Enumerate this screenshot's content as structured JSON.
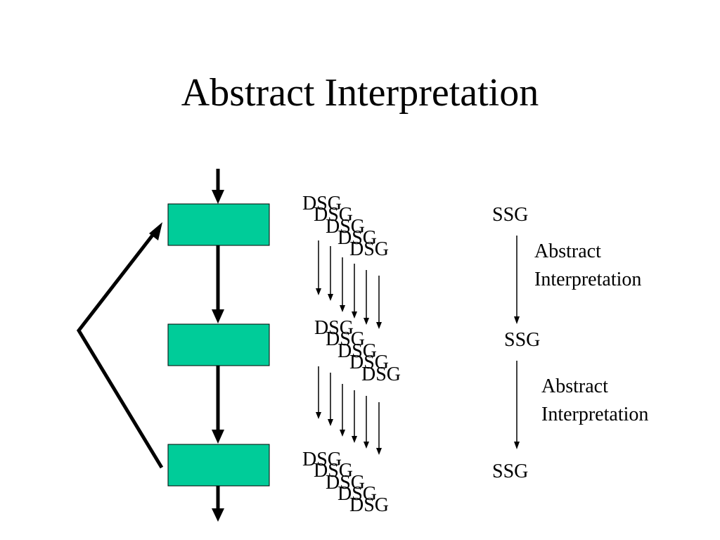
{
  "slide": {
    "title": "Abstract Interpretation"
  },
  "colors": {
    "box_fill": "#00cc99",
    "stroke": "#000000"
  },
  "dsg_groups": [
    [
      "DSG",
      "DSG",
      "DSG",
      "DSG",
      "DSG"
    ],
    [
      "DSG",
      "DSG",
      "DSG",
      "DSG",
      "DSG"
    ],
    [
      "DSG",
      "DSG",
      "DSG",
      "DSG",
      "DSG"
    ]
  ],
  "ssg_column": {
    "labels": [
      "SSG",
      "SSG",
      "SSG"
    ],
    "steps": [
      {
        "line1": "Abstract",
        "line2": "Interpretation"
      },
      {
        "line1": "Abstract",
        "line2": "Interpretation"
      }
    ]
  }
}
